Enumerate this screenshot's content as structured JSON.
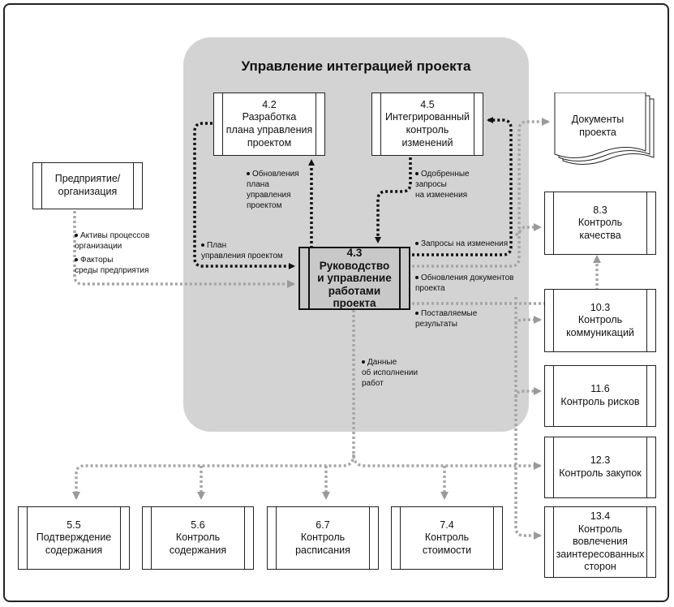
{
  "group_title": "Управление интеграцией проекта",
  "boxes": {
    "b42": "4.2\nРазработка\nплана управления\nпроектом",
    "b45": "4.5\nИнтегрированный\nконтроль\nизменений",
    "b43": "4.3\nРуководство\nи управление\nработами\nпроекта",
    "org": "Предприятие/\nорганизация",
    "b83": "8.3\nКонтроль\nкачества",
    "b103": "10.3\nКонтроль\nкоммуникаций",
    "b116": "11.6\nКонтроль рисков",
    "b123": "12.3\nКонтроль закупок",
    "b134": "13.4\nКонтроль\nвовлечения\nзаинтересованных\nсторон",
    "b55": "5.5\nПодтверждение\nсодержания",
    "b56": "5.6\nКонтроль\nсодержания",
    "b67": "6.7\nКонтроль\nрасписания",
    "b74": "7.4\nКонтроль\nстоимости"
  },
  "documents": "Документы\nпроекта",
  "labels": {
    "plan_updates": "Обновления\nплана\nуправления\nпроектом",
    "approved_requests": "Одобренные\nзапросы\nна изменения",
    "org_assets": "Активы процессов\nорганизации",
    "env_factors": "Факторы\nсреды предприятия",
    "pm_plan": "План\nуправления проектом",
    "change_requests": "Запросы на изменения",
    "doc_updates": "Обновления документов\nпроекта",
    "deliverables": "Поставляемые\nрезультаты",
    "work_data": "Данные\nоб исполнении\nработ"
  }
}
